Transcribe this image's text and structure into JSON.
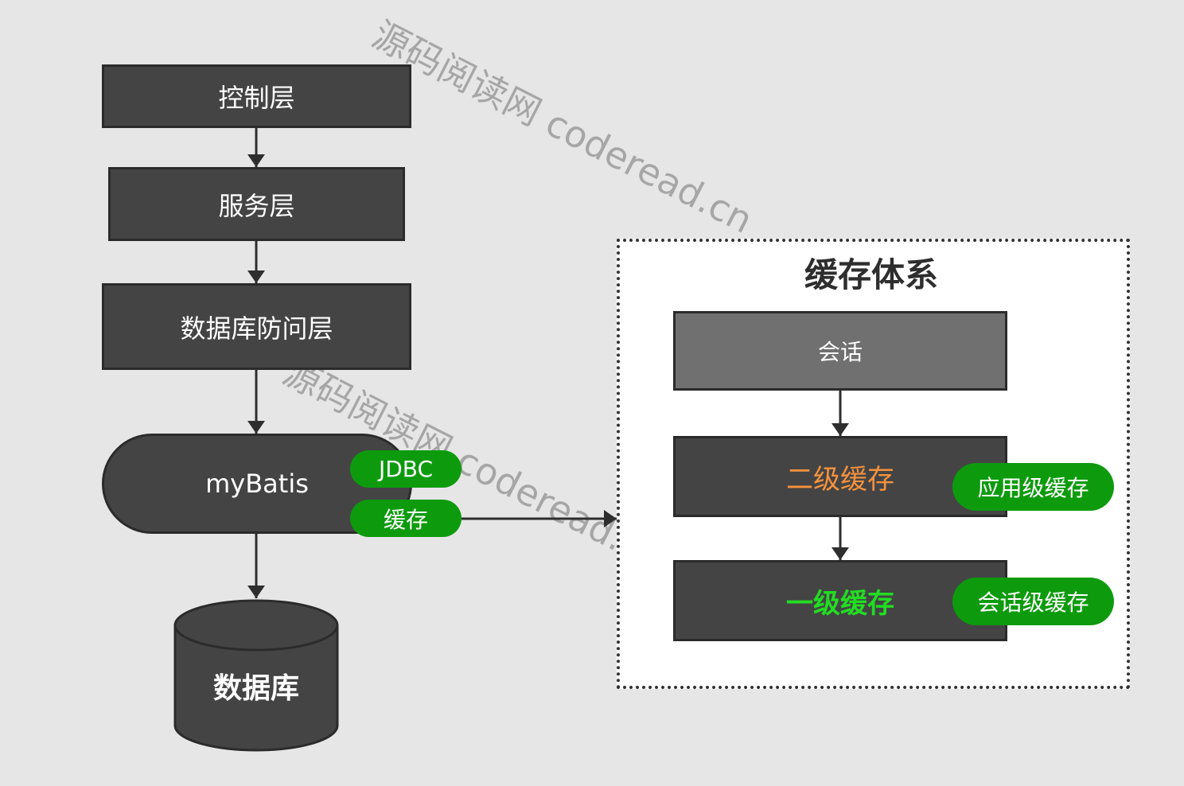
{
  "watermark": "源码阅读网 coderead.cn",
  "left_stack": {
    "controller_layer": "控制层",
    "service_layer": "服务层",
    "data_access_layer": "数据库防问层",
    "mybatis": "myBatis",
    "jdbc_tag": "JDBC",
    "cache_tag": "缓存",
    "database": "数据库"
  },
  "cache_system": {
    "title": "缓存体系",
    "session": "会话",
    "level2": "二级缓存",
    "level2_scope": "应用级缓存",
    "level1": "一级缓存",
    "level1_scope": "会话级缓存"
  },
  "colors": {
    "box_fill": "#444444",
    "session_fill": "#707070",
    "tag_green": "#0d9b0d",
    "level2_text": "#f5923e",
    "level1_text": "#22dd22"
  }
}
